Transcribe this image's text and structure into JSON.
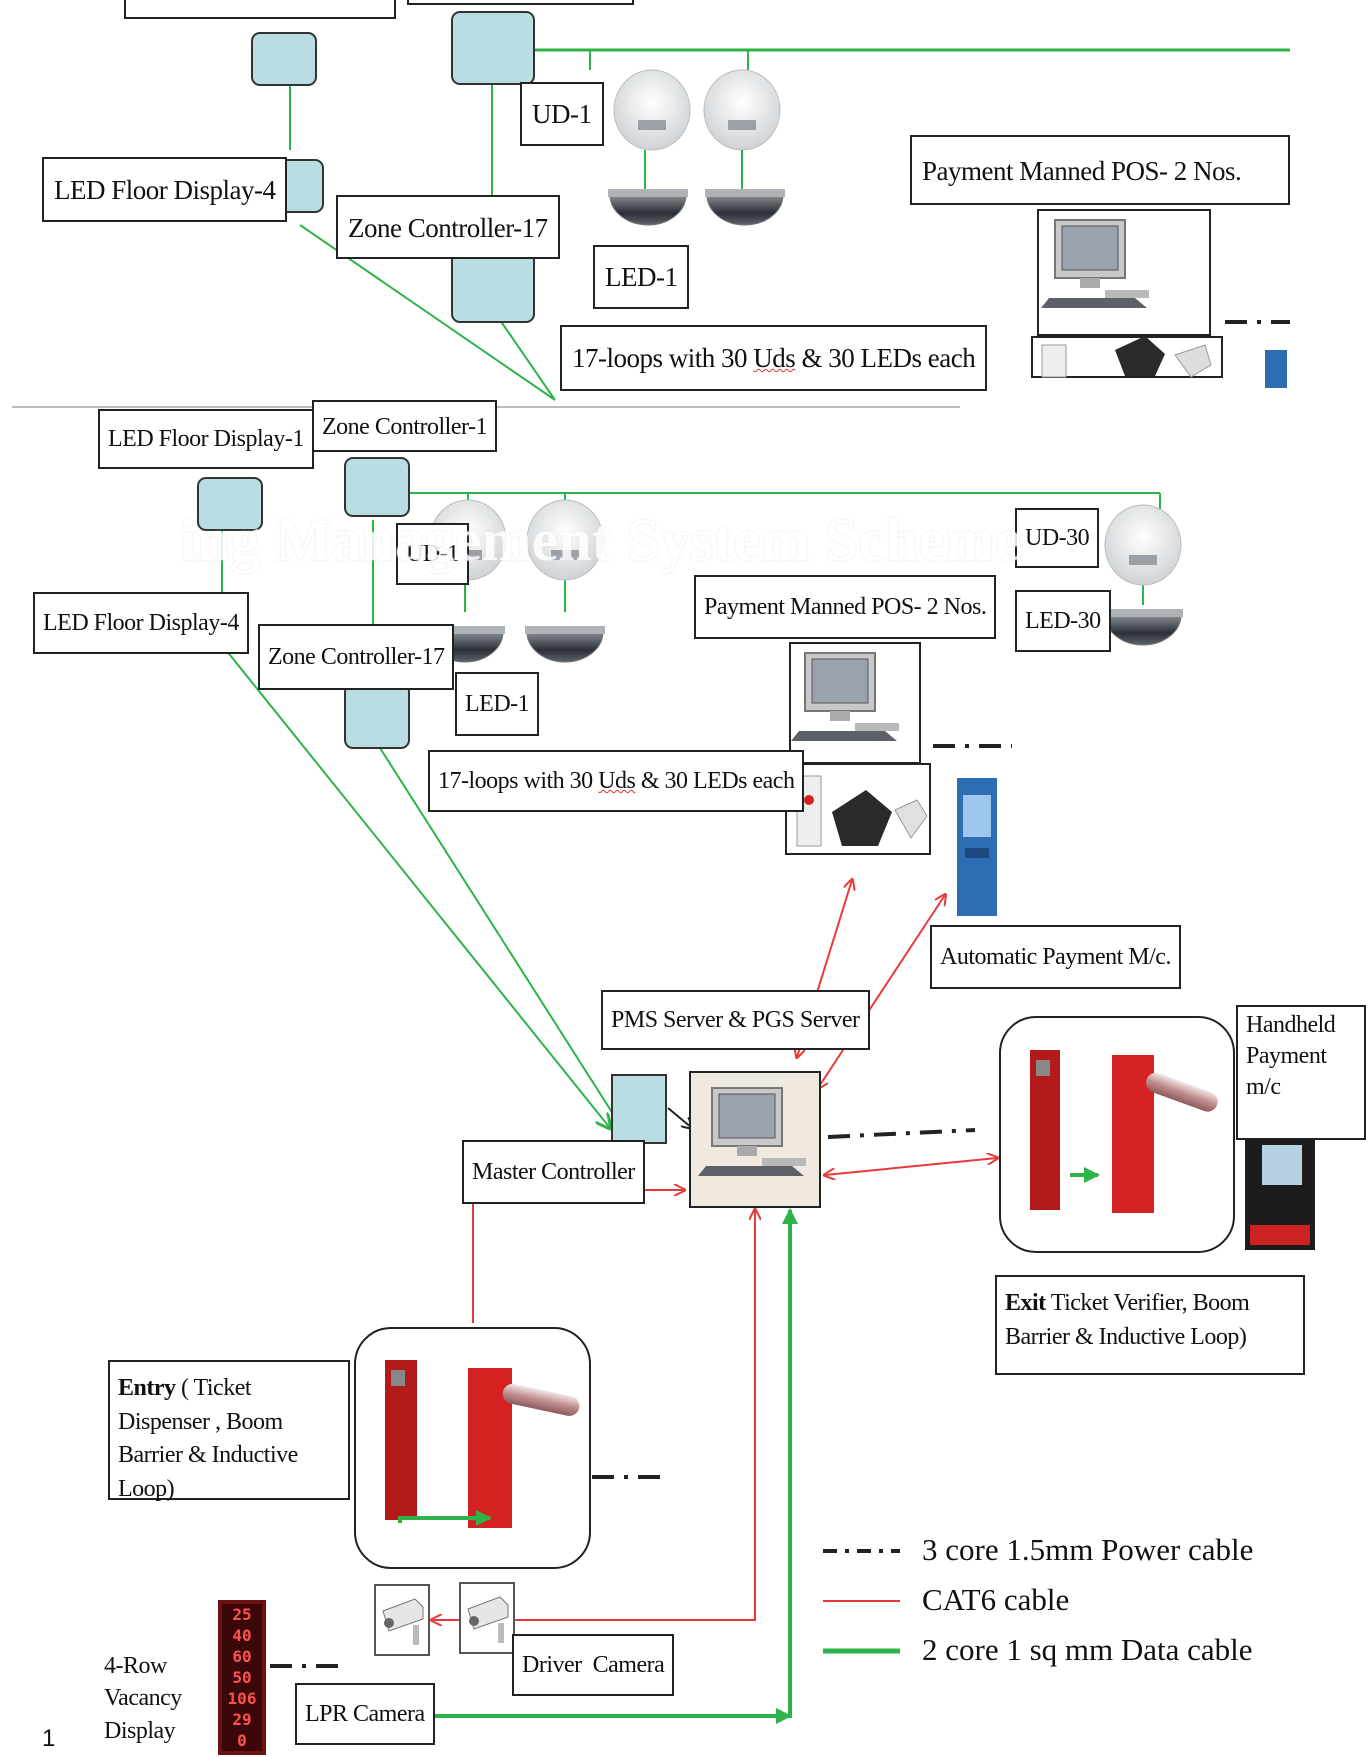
{
  "top_panel": {
    "zone_controller": "Zone Controller-17",
    "led_floor_display": "LED Floor Display-4",
    "ud": "UD-1",
    "led": "LED-1",
    "loops": "17-loops with 30",
    "loops_uds": "Uds",
    "loops_rest": "& 30 LEDs each",
    "pos": "Payment Manned POS- 2 Nos."
  },
  "main": {
    "led_floor_display_1": "LED Floor Display-1",
    "zone_controller_1": "Zone Controller-1",
    "ud_1": "UD-1",
    "ud_30": "UD-30",
    "led_30": "LED-30",
    "led_floor_display_4": "LED Floor Display-4",
    "zone_controller_17": "Zone Controller-17",
    "led_1": "LED-1",
    "loops": "17-loops with 30",
    "loops_uds": "Uds",
    "loops_rest": "& 30 LEDs each",
    "pos": "Payment Manned POS- 2 Nos.",
    "auto_payment": "Automatic Payment M/c.",
    "server": "PMS Server & PGS Server",
    "master_controller": "Master Controller",
    "handheld": "Handheld Payment m/c",
    "exit_bold": "Exit",
    "exit_rest": "Ticket Verifier, Boom Barrier & Inductive Loop)",
    "entry_bold": "Entry",
    "entry_rest": "( Ticket Dispenser , Boom Barrier & Inductive Loop)",
    "driver_camera": "Driver  Camera",
    "lpr_camera": "LPR Camera",
    "vacancy_display": "4-Row Vacancy Display",
    "vacancy_values": [
      "25",
      "40",
      "60",
      "50",
      "106",
      "29",
      "0"
    ],
    "watermark": "ing Management System Scheme",
    "page_number": "1"
  },
  "legend": {
    "power": "3 core 1.5mm Power cable",
    "cat6": "CAT6 cable",
    "data": "2 core 1 sq mm Data cable"
  },
  "colors": {
    "data_cable": "#2eb34a",
    "cat6_cable": "#e83a3a",
    "controller_fill": "#b9dde3",
    "barrier_red": "#d42121"
  }
}
